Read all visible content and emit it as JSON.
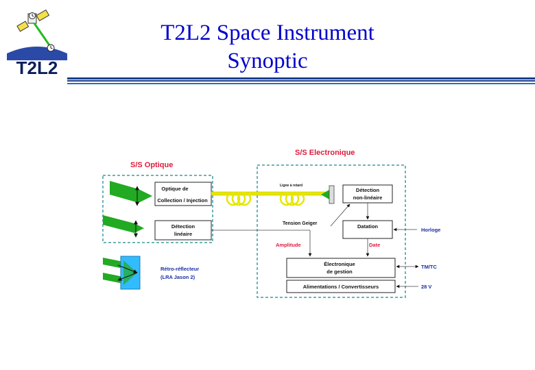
{
  "header": {
    "title_line1": "T2L2 Space Instrument",
    "title_line2": "Synoptic",
    "logo_text": "T2L2"
  },
  "diagram": {
    "subsystem_optical": "S/S Optique",
    "subsystem_electronic": "S/S Electronique",
    "blocks": {
      "collection_line1": "Optique de",
      "collection_line2": "Collection / Injection",
      "linear_detection_line1": "Détection",
      "linear_detection_line2": "linéaire",
      "nonlinear_detection_line1": "Détection",
      "nonlinear_detection_line2": "non-linéaire",
      "datation": "Datation",
      "management_line1": "Électronique",
      "management_line2": "de gestion",
      "power": "Alimentations / Convertisseurs"
    },
    "labels": {
      "delay_line": "Ligne à retard",
      "geiger_voltage": "Tension Geiger",
      "amplitude": "Amplitude",
      "date": "Date",
      "clock": "Horloge",
      "tmtc": "TM/TC",
      "power_input": "28 V",
      "retroreflector_line1": "Rétro-réflecteur",
      "retroreflector_line2": "(LRA Jason 2)"
    },
    "colors": {
      "title": "#0000cc",
      "section_title": "#e0193a",
      "signal_label": "#e0193a",
      "external_label": "#1a2ea0",
      "fiber": "#e6e600",
      "beam": "#22aa22",
      "retroreflector": "#33bbff",
      "dashed_border": "#3c9aa0"
    }
  }
}
